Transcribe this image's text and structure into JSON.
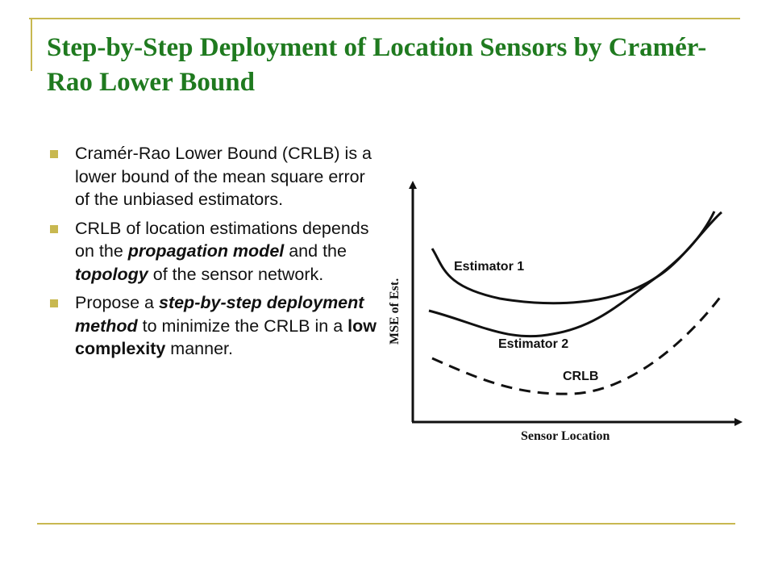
{
  "slide": {
    "title": "Step-by-Step Deployment of Location Sensors by Cramér-Rao Lower Bound",
    "accent_color": "#c8b850",
    "title_color": "#1f7a1f"
  },
  "bullets": [
    [
      {
        "text": "Cramér-Rao Lower Bound (CRLB) is a lower bound of the mean square error of the unbiased estimators.",
        "bold": false,
        "italic": false
      }
    ],
    [
      {
        "text": "CRLB of location estimations depends on the ",
        "bold": false,
        "italic": false
      },
      {
        "text": "propagation model",
        "bold": true,
        "italic": true
      },
      {
        "text": " and the ",
        "bold": false,
        "italic": false
      },
      {
        "text": "topology",
        "bold": true,
        "italic": true
      },
      {
        "text": " of the sensor network.",
        "bold": false,
        "italic": false
      }
    ],
    [
      {
        "text": "Propose a ",
        "bold": false,
        "italic": false
      },
      {
        "text": "step-by-step deployment method",
        "bold": true,
        "italic": true
      },
      {
        "text": " to minimize the CRLB in a ",
        "bold": false,
        "italic": false
      },
      {
        "text": "low complexity",
        "bold": true,
        "italic": false
      },
      {
        "text": " manner.",
        "bold": false,
        "italic": false
      }
    ]
  ],
  "figure": {
    "x_axis_label": "Sensor Location",
    "y_axis_label": "MSE of Est.",
    "curves": [
      {
        "name": "Estimator 1",
        "style": "solid"
      },
      {
        "name": "Estimator 2",
        "style": "solid"
      },
      {
        "name": "CRLB",
        "style": "dashed"
      }
    ]
  }
}
